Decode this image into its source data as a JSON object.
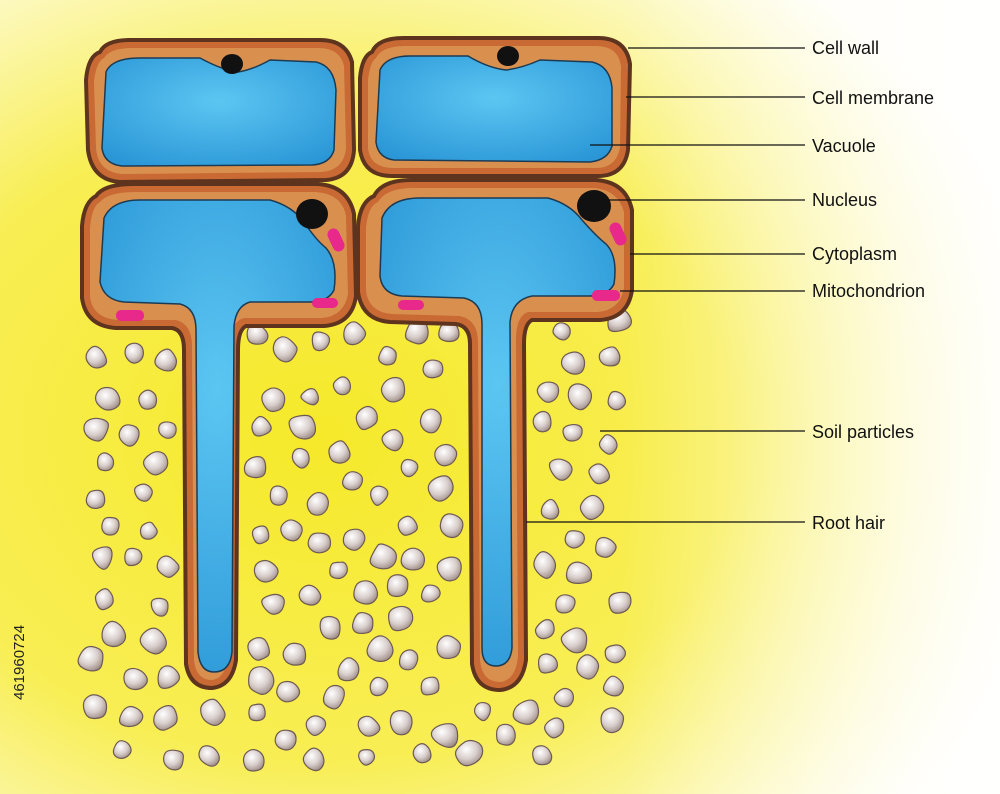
{
  "diagram": {
    "labels": {
      "cell_wall": "Cell wall",
      "cell_membrane": "Cell membrane",
      "vacuole": "Vacuole",
      "nucleus": "Nucleus",
      "cytoplasm": "Cytoplasm",
      "mitochondrion": "Mitochondrion",
      "soil_particles": "Soil particles",
      "root_hair": "Root hair"
    },
    "watermark_id": "461960724",
    "colors": {
      "background_center": "#fffdf0",
      "background_yellow": "#f7ec2a",
      "cell_wall": "#6b3a22",
      "cytoplasm": "#d98a4e",
      "vacuole": "#3aa6e0",
      "nucleus": "#111111",
      "mitochondrion": "#e8288a",
      "soil_particle": "#b8a9a4"
    }
  }
}
